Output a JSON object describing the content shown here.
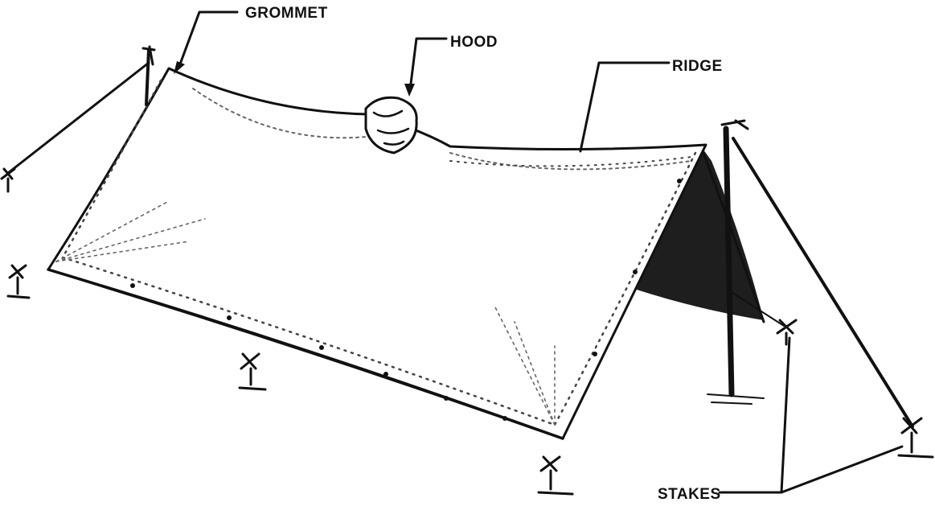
{
  "labels": {
    "grommet": "GROMMET",
    "hood": "HOOD",
    "ridge": "RIDGE",
    "stakes": "STAKES"
  },
  "colors": {
    "ink": "#111111",
    "paper": "#ffffff",
    "shadow": "#1e1e1e"
  }
}
